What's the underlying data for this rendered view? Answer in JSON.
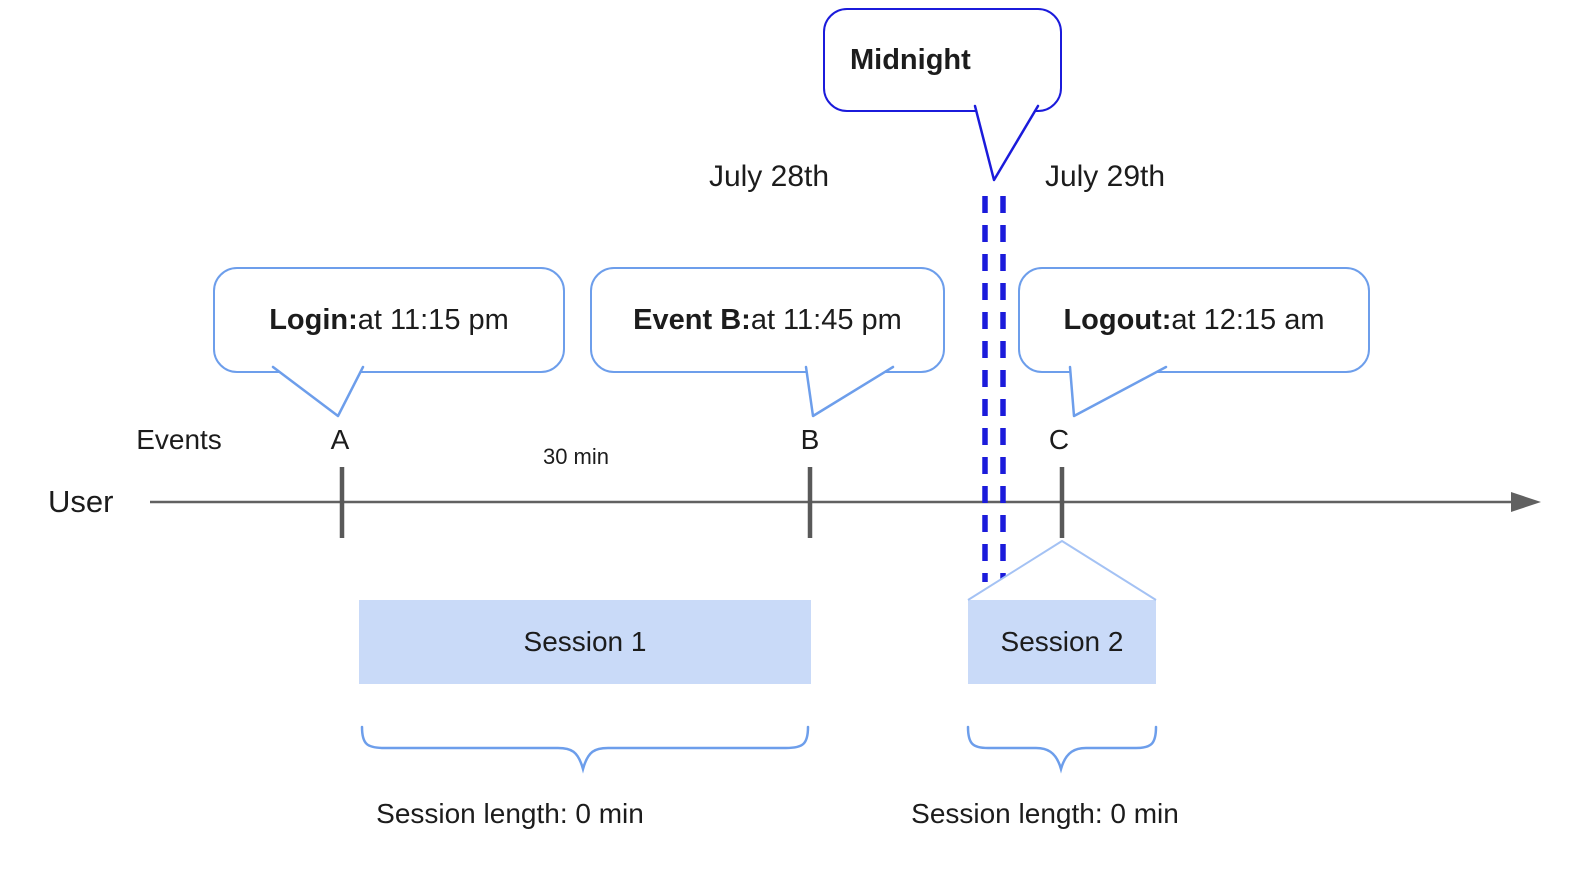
{
  "callouts": {
    "midnight": {
      "label": "Midnight"
    },
    "login": {
      "bold": "Login:",
      "text": " at 11:15 pm"
    },
    "event_b": {
      "bold": "Event B:",
      "text": " at 11:45 pm"
    },
    "logout": {
      "bold": "Logout:",
      "text": " at 12:15 am"
    }
  },
  "dates": {
    "left": "July 28th",
    "right": "July 29th"
  },
  "timeline": {
    "events_label": "Events",
    "row_label": "User",
    "interval_label": "30 min",
    "markers": [
      {
        "letter": "A"
      },
      {
        "letter": "B"
      },
      {
        "letter": "C"
      }
    ]
  },
  "sessions": [
    {
      "label": "Session 1",
      "length_label": "Session length: 0 min"
    },
    {
      "label": "Session 2",
      "length_label": "Session length: 0 min"
    }
  ],
  "colors": {
    "bubble_border": "#6d9eeb",
    "midnight_border": "#1b1bdb",
    "session_fill": "#c9daf8",
    "funnel_stroke": "#a4c2f4",
    "axis_gray": "#616161",
    "tick_gray": "#595959"
  }
}
